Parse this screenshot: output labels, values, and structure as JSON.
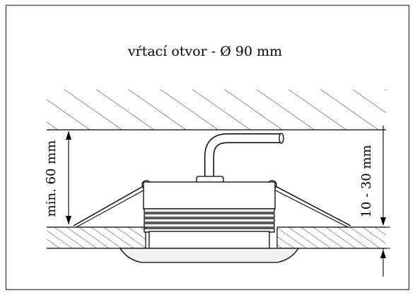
{
  "diagram": {
    "title": "vŕtací otvor - Ø 90 mm",
    "dim_left": "min. 60 mm",
    "dim_right": "10 - 30 mm"
  },
  "colors": {
    "line": "#000000",
    "frame": "#555555",
    "fixture_fill": "#ffffff",
    "bezel_fill": "#f2f2f2"
  }
}
